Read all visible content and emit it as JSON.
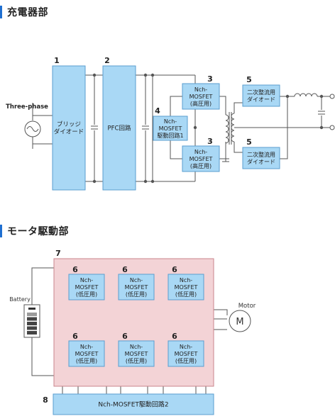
{
  "sections": {
    "charger_title": "充電器部",
    "motor_title": "モータ駆動部"
  },
  "charger": {
    "input_label": "Three-phase",
    "blocks": {
      "bridge": {
        "num": "1",
        "lines": [
          "ブリッジ",
          "ダイオード"
        ]
      },
      "pfc": {
        "num": "2",
        "lines": [
          "PFC回路"
        ]
      },
      "mosfet_top": {
        "num": "3",
        "lines": [
          "Nch-",
          "MOSFET",
          "(高圧用)"
        ]
      },
      "mosfet_bottom": {
        "num": "3",
        "lines": [
          "Nch-",
          "MOSFET",
          "(高圧用)"
        ]
      },
      "driver1": {
        "num": "4",
        "lines": [
          "Nch-",
          "MOSFET",
          "駆動回路1"
        ]
      },
      "diode_top": {
        "num": "5",
        "lines": [
          "二次整流用",
          "ダイオード"
        ]
      },
      "diode_bottom": {
        "num": "5",
        "lines": [
          "二次整流用",
          "ダイオード"
        ]
      }
    }
  },
  "motor": {
    "battery_label": "Battery",
    "motor_label": "Motor",
    "motor_symbol": "M",
    "group_num": "7",
    "low_mosfet": {
      "num": "6",
      "lines": [
        "Nch-",
        "MOSFET",
        "(低圧用)"
      ]
    },
    "driver2": {
      "num": "8",
      "label": "Nch-MOSFET駆動回路2"
    }
  },
  "colors": {
    "block_fill": "#a9d8f5",
    "block_stroke": "#5a9ecf",
    "group_fill": "#f3d3d6",
    "group_stroke": "#c9858c",
    "wire": "#555555",
    "accent": "#1f6fd1"
  }
}
